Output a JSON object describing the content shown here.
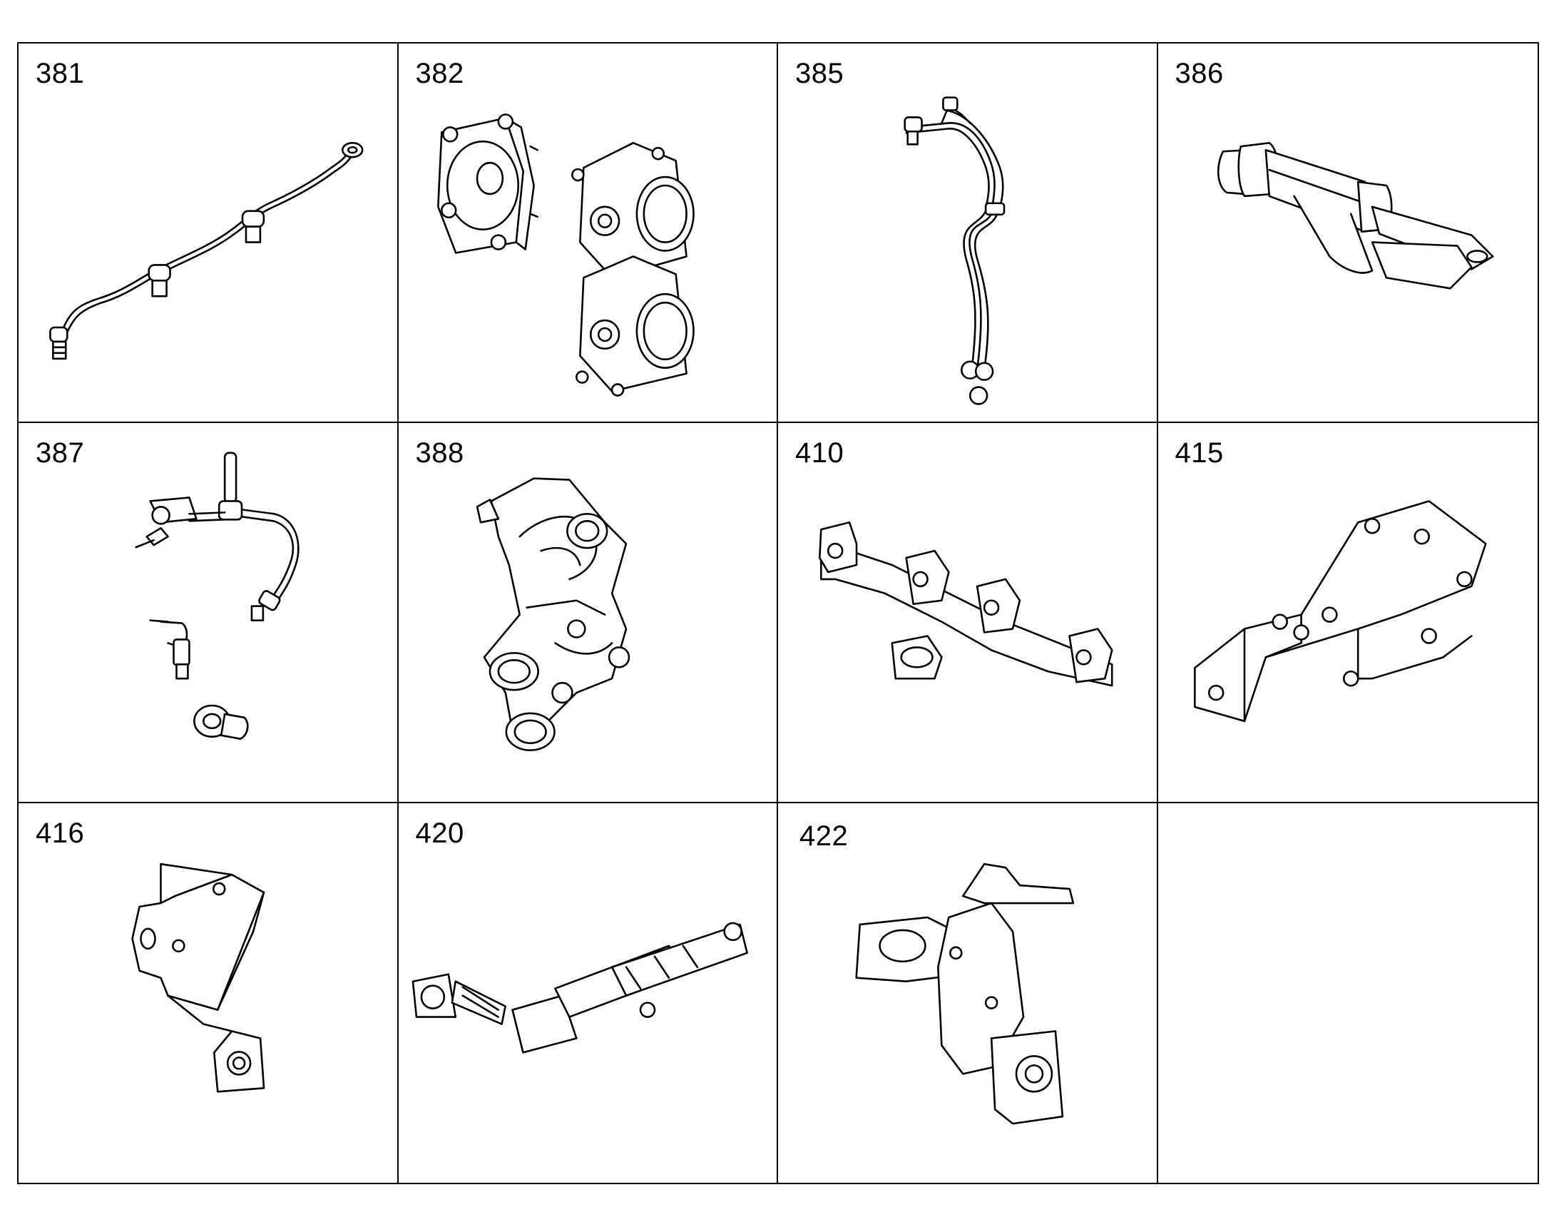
{
  "parts": [
    {
      "number": "381",
      "icon": "fuel-line-assembly"
    },
    {
      "number": "382",
      "icon": "thermostat-housing-set"
    },
    {
      "number": "385",
      "icon": "bent-tube"
    },
    {
      "number": "386",
      "icon": "drain-valve"
    },
    {
      "number": "387",
      "icon": "tube-fittings-set"
    },
    {
      "number": "388",
      "icon": "water-outlet-housing"
    },
    {
      "number": "410",
      "icon": "exhaust-manifold"
    },
    {
      "number": "415",
      "icon": "heat-shield"
    },
    {
      "number": "416",
      "icon": "mounting-bracket"
    },
    {
      "number": "420",
      "icon": "egr-cooler-assembly"
    },
    {
      "number": "422",
      "icon": "egr-valve-assembly"
    },
    {
      "number": "",
      "icon": ""
    }
  ]
}
